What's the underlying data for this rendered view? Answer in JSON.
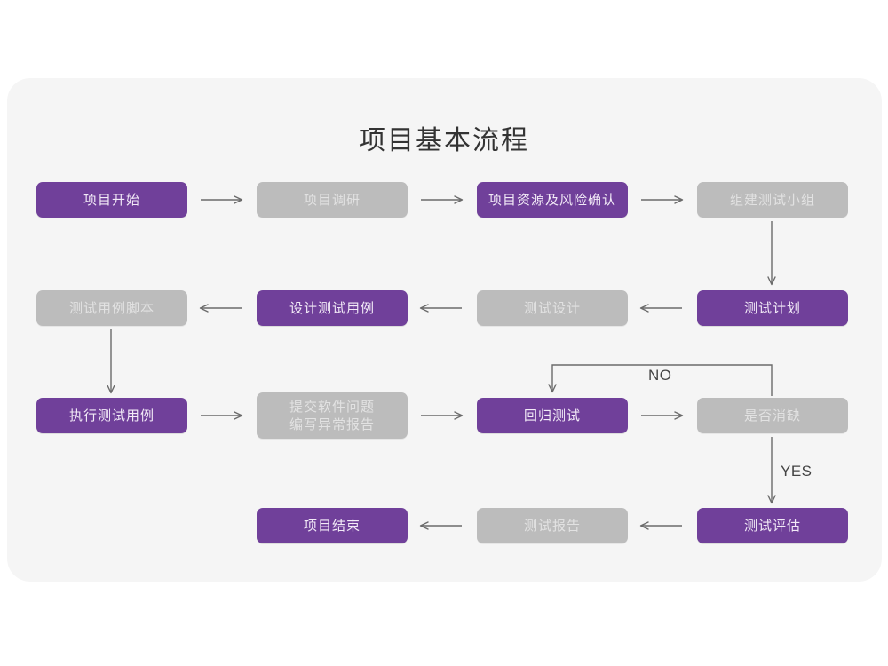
{
  "page": {
    "background": "#ffffff",
    "card_background": "#f5f5f5"
  },
  "title": "项目基本流程",
  "colors": {
    "purple": "#70409a",
    "gray": "#bcbcbc",
    "purple_text": "#f2eaf7",
    "gray_text": "#e2e2e2",
    "connector": "#6b6b6b",
    "title_text": "#333333"
  },
  "nodes": [
    {
      "id": "n1",
      "label": "项目开始",
      "style": "purple",
      "row": 1,
      "col": 1
    },
    {
      "id": "n2",
      "label": "项目调研",
      "style": "gray",
      "row": 1,
      "col": 2
    },
    {
      "id": "n3",
      "label": "项目资源及风险确认",
      "style": "purple",
      "row": 1,
      "col": 3
    },
    {
      "id": "n4",
      "label": "组建测试小组",
      "style": "gray",
      "row": 1,
      "col": 4
    },
    {
      "id": "n5",
      "label": "测试用例脚本",
      "style": "gray",
      "row": 2,
      "col": 1
    },
    {
      "id": "n6",
      "label": "设计测试用例",
      "style": "purple",
      "row": 2,
      "col": 2
    },
    {
      "id": "n7",
      "label": "测试设计",
      "style": "gray",
      "row": 2,
      "col": 3
    },
    {
      "id": "n8",
      "label": "测试计划",
      "style": "purple",
      "row": 2,
      "col": 4
    },
    {
      "id": "n9",
      "label": "执行测试用例",
      "style": "purple",
      "row": 3,
      "col": 1
    },
    {
      "id": "n10",
      "label": "提交软件问题\n编写异常报告",
      "style": "gray",
      "row": 3,
      "col": 2
    },
    {
      "id": "n11",
      "label": "回归测试",
      "style": "purple",
      "row": 3,
      "col": 3
    },
    {
      "id": "n12",
      "label": "是否消缺",
      "style": "gray",
      "row": 3,
      "col": 4
    },
    {
      "id": "n13",
      "label": "项目结束",
      "style": "purple",
      "row": 4,
      "col": 2
    },
    {
      "id": "n14",
      "label": "测试报告",
      "style": "gray",
      "row": 4,
      "col": 3
    },
    {
      "id": "n15",
      "label": "测试评估",
      "style": "purple",
      "row": 4,
      "col": 4
    }
  ],
  "edge_labels": {
    "no": "NO",
    "yes": "YES"
  },
  "flow": {
    "row1_direction": "right",
    "row2_direction": "left",
    "row3_direction": "right",
    "row4_direction": "left"
  }
}
